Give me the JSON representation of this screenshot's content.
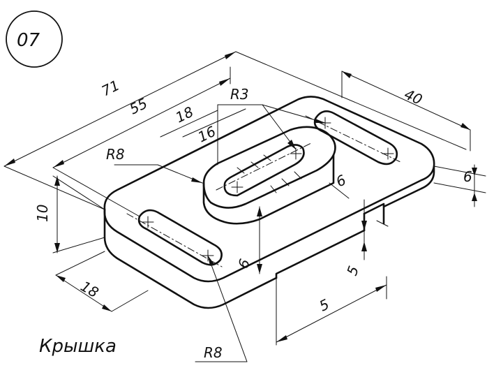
{
  "drawing": {
    "badge": "07",
    "part_name": "Крышка",
    "dimensions": {
      "overall_length": "71",
      "inner_length": "55",
      "width": "40",
      "boss_length": "18",
      "slot_length": "16",
      "slot_radius": "R3",
      "boss_radius": "R8",
      "boss_height": "6",
      "plate_height": "10",
      "side_thickness": "6",
      "slot_spacing": "18",
      "bottom_thickness": "6",
      "slot_end_radius": "R8",
      "step_depth": "5",
      "step_width": "5"
    }
  }
}
